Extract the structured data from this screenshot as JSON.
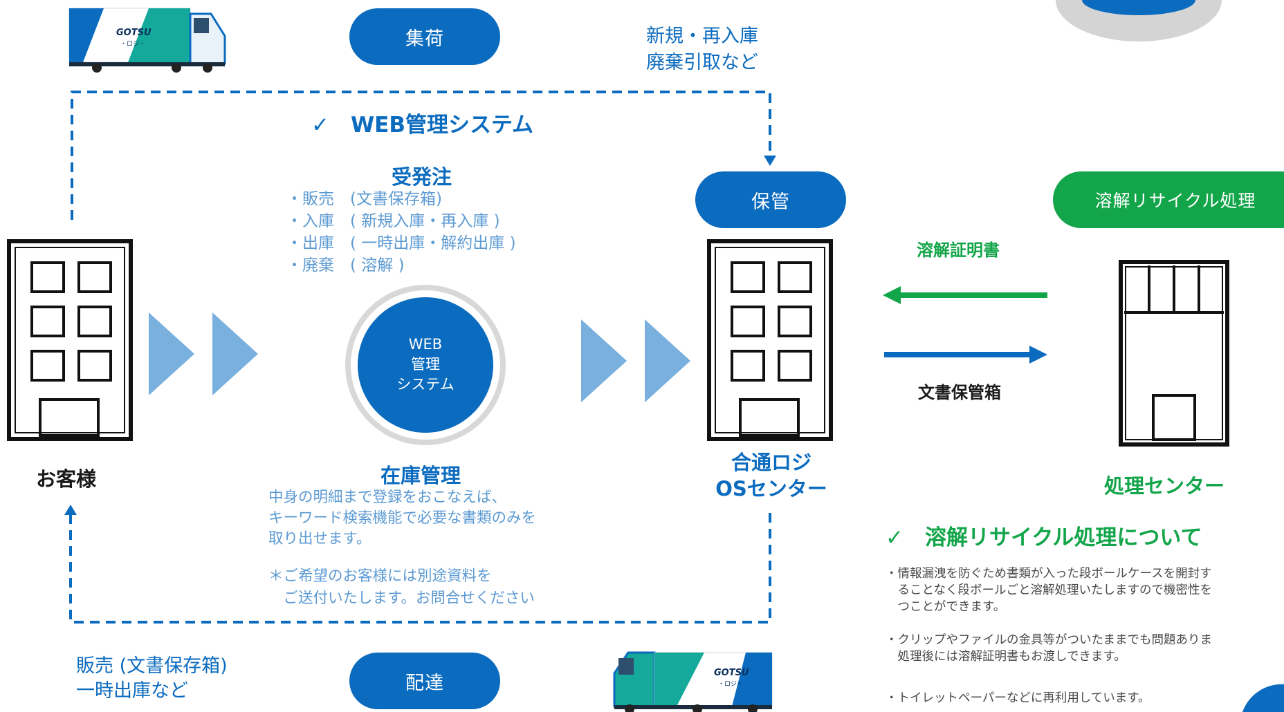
{
  "pills": {
    "collect": "集荷",
    "storage": "保管",
    "delivery": "配達",
    "recycle": "溶解リサイクル処理"
  },
  "truck_logo": "GOTSU",
  "truck_logo_sub": "・ロジ・",
  "top_right_note": {
    "line1": "新規・再入庫",
    "line2": "廃棄引取など"
  },
  "bottom_left_note": {
    "line1": "販売 (文書保存箱)",
    "line2": "一時出庫など"
  },
  "web_system": {
    "title": "✓　WEB管理システム",
    "order_heading": "受発注",
    "order_items": [
      "・販売　(文書保存箱)",
      "・入庫　( 新規入庫・再入庫 )",
      "・出庫　( 一時出庫・解約出庫 )",
      "・廃棄　( 溶解 )"
    ],
    "circle_line1": "WEB",
    "circle_line2": "管理",
    "circle_line3": "システム",
    "inventory_heading": "在庫管理",
    "inventory_text": [
      "中身の明細まで登録をおこなえば、",
      "キーワード検索機能で必要な書類のみを",
      "取り出せます。"
    ],
    "inventory_note": [
      "＊ご希望のお客様には別途資料を",
      "　ご送付いたします。お問合せください"
    ]
  },
  "customer_label": "お客様",
  "center_label": {
    "line1": "合通ロジ",
    "line2": "OSセンター"
  },
  "arrows": {
    "to_center": "溶解証明書",
    "to_plant": "文書保管箱"
  },
  "plant_label": "処理センター",
  "recycle_info": {
    "title": "✓　溶解リサイクル処理について",
    "bullets": [
      {
        "line1": "・情報漏洩を防ぐため書類が入った段ボールケースを開封す",
        "line2": "　ることなく段ボールごと溶解処理いたしますので機密性を",
        "line3": "　つことができます。"
      },
      {
        "line1": "・クリップやファイルの金具等がついたままでも問題ありま",
        "line2": "　処理後には溶解証明書もお渡しできます。"
      },
      {
        "line1": "・トイレットペーパーなどに再利用しています。"
      }
    ]
  },
  "colors": {
    "primary_blue": "#0b6bbf",
    "light_blue": "#5c9ad3",
    "green": "#13a54a",
    "chevron": "#7ab0dd",
    "dark": "#1a1a1a"
  }
}
